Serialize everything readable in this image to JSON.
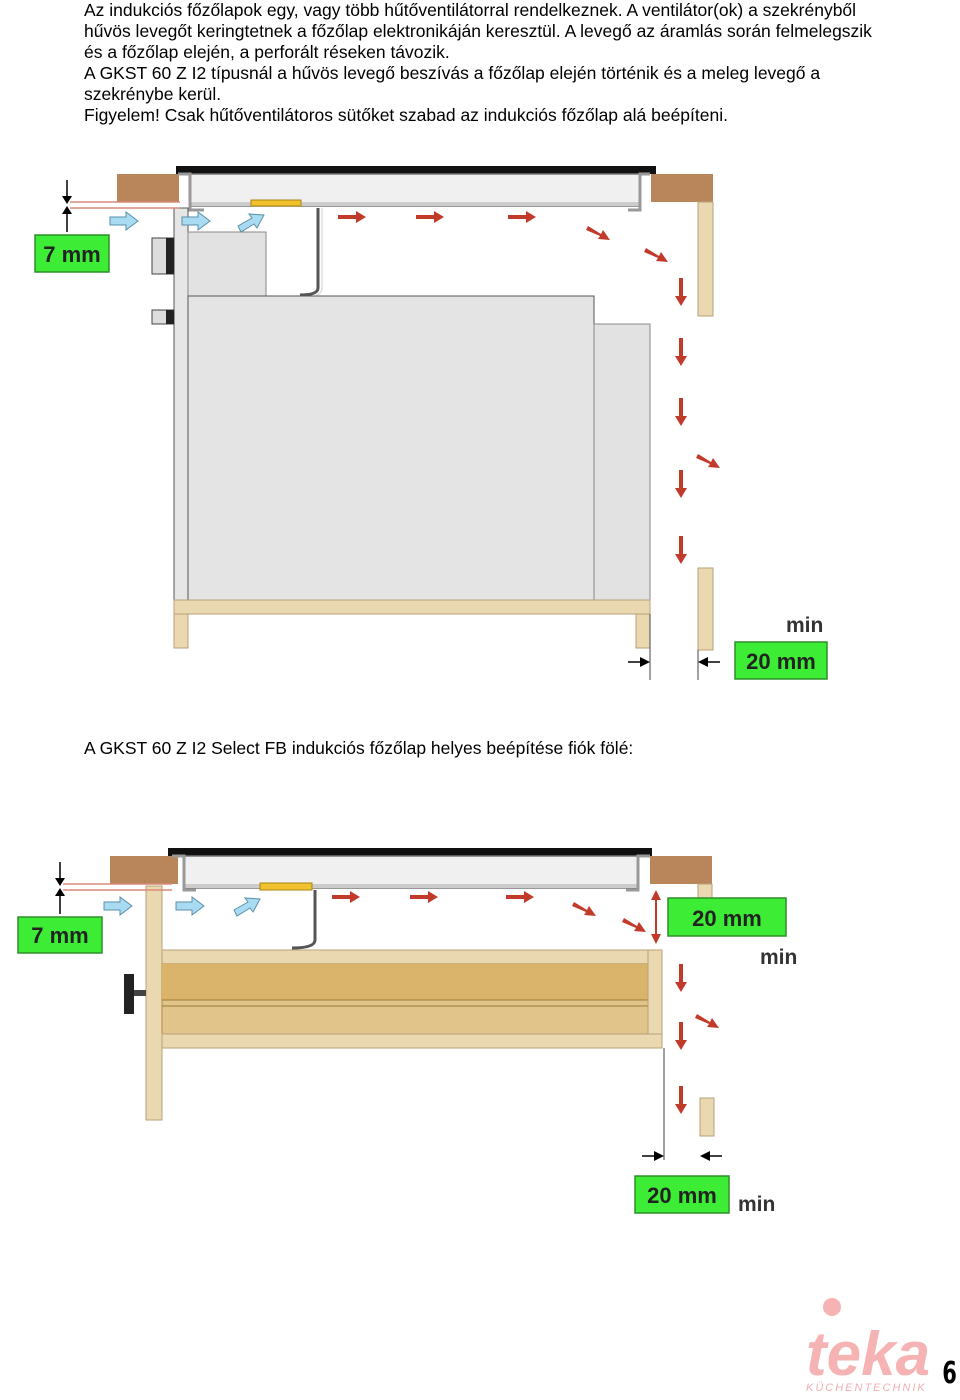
{
  "text": {
    "paragraph1": "Az indukciós főzőlapok egy, vagy több hűtőventilátorral rendelkeznek. A ventilátor(ok) a szekrényből hűvös levegőt keringtetnek a főzőlap elektronikáján keresztül. A levegő az áramlás során felmelegszik és a főzőlap elején, a perforált réseken távozik.",
    "paragraph2": "A GKST 60 Z I2 típusnál a hűvös levegő beszívás a főzőlap elején történik és a meleg levegő a szekrénybe kerül.",
    "warning": "Figyelem! Csak hűtőventilátoros sütőket szabad az indukciós főzőlap alá beépíteni.",
    "caption2": "A GKST 60 Z I2 Select FB indukciós főzőlap helyes beépítése fiók fölé:"
  },
  "diagram1": {
    "gap_label": "7 mm",
    "rear_gap_label": "20 mm",
    "min_label": "min"
  },
  "diagram2": {
    "gap_label": "7 mm",
    "top_gap_label": "20 mm",
    "top_min_label": "min",
    "bottom_gap_label": "20 mm",
    "bottom_min_label": "min"
  },
  "footer": {
    "logo_text": "teka",
    "logo_subtext": "KÜCHENTECHNIK",
    "page_number": "6"
  },
  "colors": {
    "label_green": "#3ded35",
    "label_border": "#2f8f2a",
    "cool_arrow": "#a9dcf2",
    "warm_arrow": "#c23a2a",
    "wood": "#ead8b0",
    "wood_dark": "#b9855a",
    "logo_red": "#f5b3b3"
  }
}
